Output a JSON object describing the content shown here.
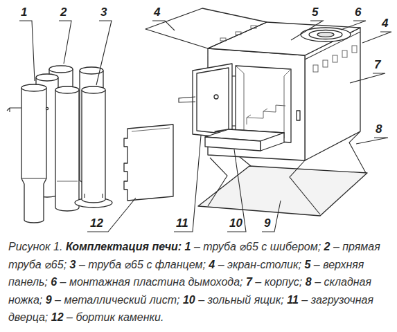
{
  "diagram": {
    "caption": "Рисунок 1. Комплектация печи: 1 – труба ⌀65 с шибером; 2 – прямая труба ⌀65; 3 – труба ⌀65 с фланцем; 4 – экран-столик; 5 – верхняя панель; 6 – монтажная пластина дымохода; 7 – корпус; 8 – складная ножка; 9 – металлический лист; 10 – зольный ящик; 11 – загрузочная дверца; 12 – бортик каменки.",
    "labels": [
      "1",
      "2",
      "3",
      "4",
      "5",
      "6",
      "4",
      "7",
      "8",
      "12",
      "11",
      "10",
      "9"
    ]
  }
}
